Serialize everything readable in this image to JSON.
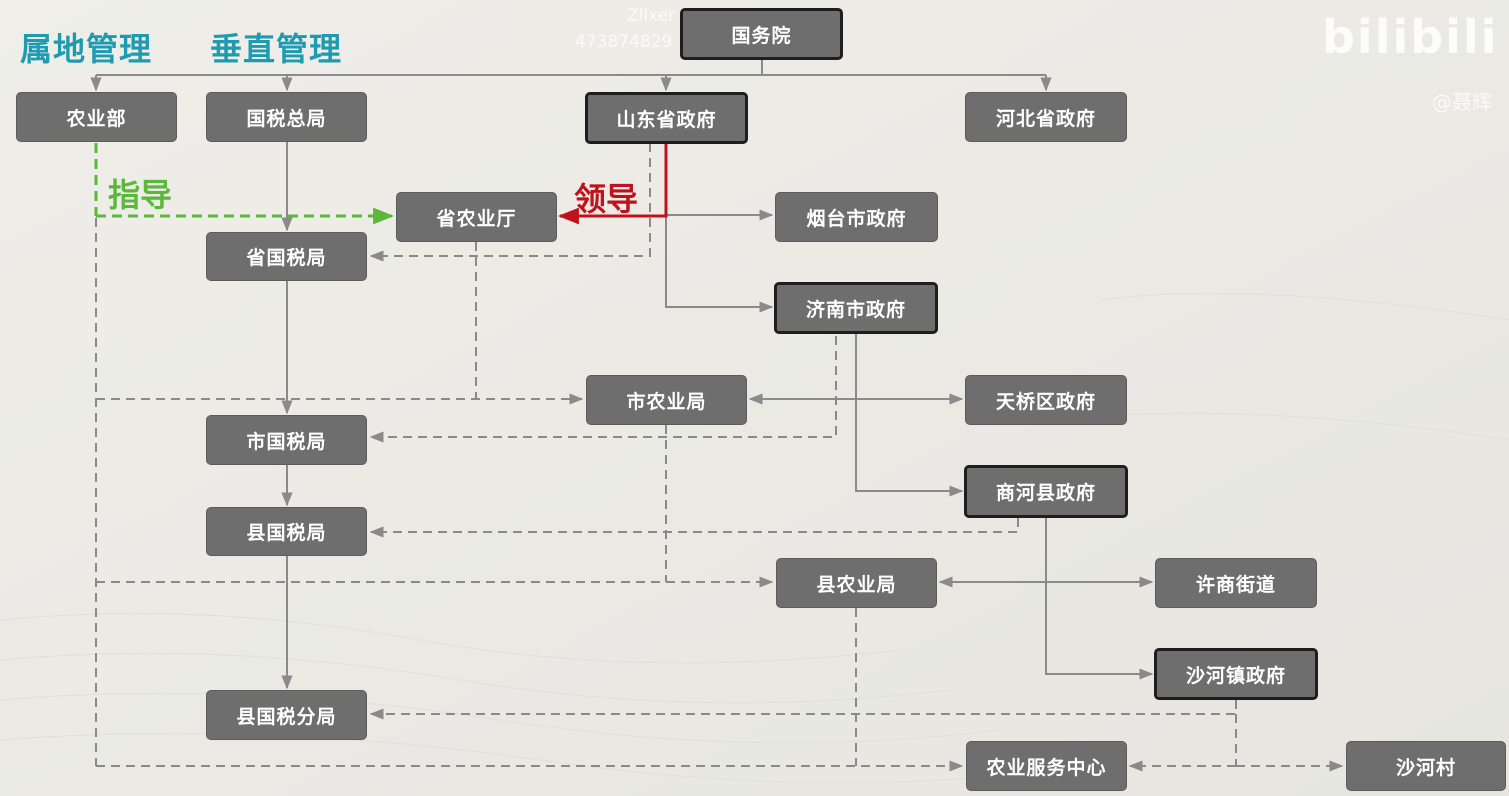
{
  "headings": {
    "local": "属地管理",
    "vertical": "垂直管理"
  },
  "labels": {
    "guide": "指导",
    "lead": "领导"
  },
  "nodes": {
    "state_council": "国务院",
    "ministry_agriculture": "农业部",
    "state_tax_admin": "国税总局",
    "shandong_gov": "山东省政府",
    "hebei_gov": "河北省政府",
    "prov_agri_dept": "省农业厅",
    "yantai_gov": "烟台市政府",
    "prov_tax_bureau": "省国税局",
    "jinan_gov": "济南市政府",
    "city_agri_bureau": "市农业局",
    "tianqiao_gov": "天桥区政府",
    "city_tax_bureau": "市国税局",
    "shanghe_gov": "商河县政府",
    "county_tax_bureau": "县国税局",
    "county_agri_bureau": "县农业局",
    "xushang_subdistrict": "许商街道",
    "shahe_town_gov": "沙河镇政府",
    "county_tax_branch": "县国税分局",
    "agri_service_center": "农业服务中心",
    "shahe_village": "沙河村"
  },
  "watermark": {
    "uploader": "Zlixer",
    "uploader_id": "473874829",
    "site": "bilibili",
    "handle": "@聂辉"
  },
  "colors": {
    "box_fill": "#6e6e6e",
    "heading": "#1f9bb1",
    "guide": "#5cb83a",
    "lead": "#c0121c",
    "connector": "#8a8a8a"
  }
}
